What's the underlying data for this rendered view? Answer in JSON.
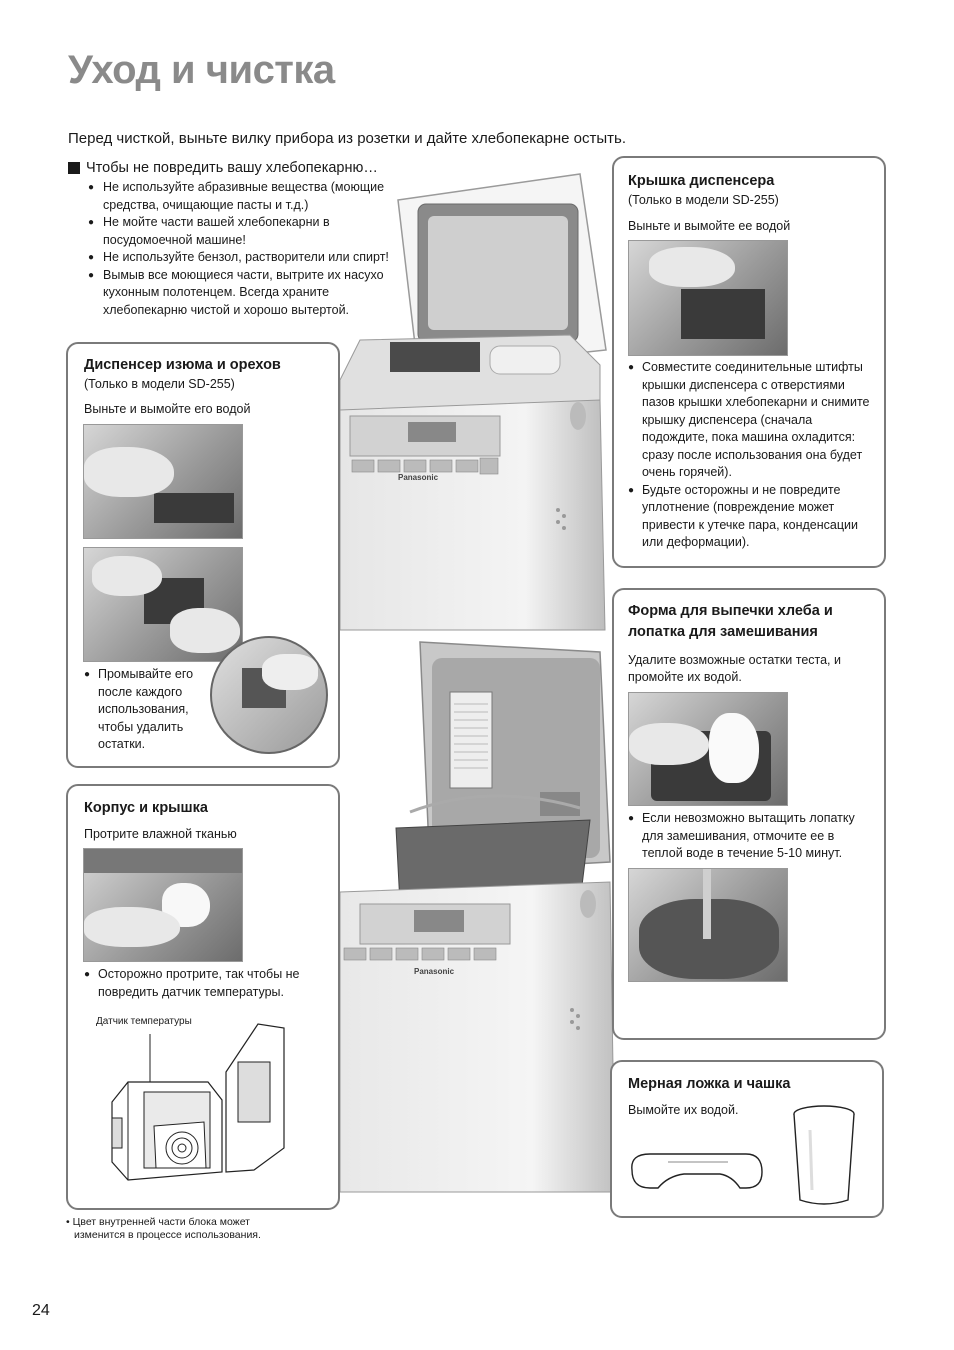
{
  "page": {
    "title": "Уход и чистка",
    "intro": "Перед чисткой, выньте вилку прибора из розетки и дайте хлебопекарне остыть.",
    "warning_heading": "Чтобы не повредить вашу хлебопекарню…",
    "warning_items": [
      "Не используйте абразивные вещества (моющие средства, очищающие пасты и т.д.)",
      "Не мойте части вашей хлебопекарни в посудомоечной машине!",
      "Не используйте бензол, растворители или спирт!",
      "Вымыв все моющиеся части, вытрите их насухо кухонным полотенцем. Всегда храните хлебопекарню чистой и хорошо вытертой."
    ],
    "footnote_line1": "• Цвет внутренней части блока может",
    "footnote_line2": "изменится в процессе использования.",
    "page_number": "24"
  },
  "raisin_dispenser": {
    "title": "Диспенсер изюма и орехов",
    "subtitle": "(Только в модели SD-255)",
    "instruction": "Выньте и вымойте его водой",
    "bullet": "Промывайте его после каждого использования, чтобы удалить остатки."
  },
  "dispenser_lid": {
    "title": "Крышка диспенсера",
    "subtitle": "(Только в модели SD-255)",
    "instruction": "Выньте и вымойте ее водой",
    "bullets": [
      "Совместите соединительные штифты крышки диспенсера с отверстиями пазов крышки хлебопекарни и снимите крышку диспенсера (сначала подождите, пока машина охладится: сразу после использования она будет очень горячей).",
      "Будьте осторожны и не повредите уплотнение (повреждение может привести к утечке пара, конденсации или деформации)."
    ]
  },
  "bread_pan": {
    "title_line1": "Форма для выпечки хлеба и",
    "title_line2": "лопатка для замешивания",
    "instruction": "Удалите возможные остатки теста, и промойте их водой.",
    "bullet": "Если невозможно вытащить лопатку для замешивания, отмочите ее в теплой воде в течение 5-10 минут."
  },
  "body_lid": {
    "title": "Корпус и крышка",
    "instruction": "Протрите влажной тканью",
    "bullet": "Осторожно протрите, так чтобы не повредить датчик температуры.",
    "sensor_label": "Датчик температуры"
  },
  "spoon_cup": {
    "title": "Мерная ложка и чашка",
    "instruction": "Вымойте их водой."
  },
  "machine": {
    "brand": "Panasonic",
    "model": "SD-255"
  }
}
